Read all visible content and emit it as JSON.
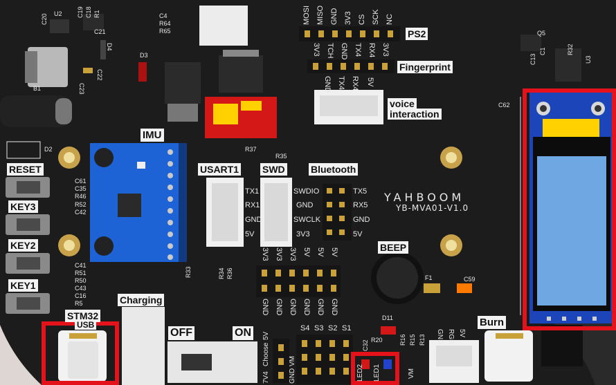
{
  "labels": {
    "imu": "IMU",
    "usart1": "USART1",
    "swd": "SWD",
    "bluetooth": "Bluetooth",
    "ps2": "PS2",
    "fingerprint": "Fingerprint",
    "voice_line1": "voice",
    "voice_line2": "interaction",
    "reset": "RESET",
    "key3": "KEY3",
    "key2": "KEY2",
    "key1": "KEY1",
    "charging": "Charging",
    "stm32": "STM32",
    "usb": "USB",
    "off": "OFF",
    "on": "ON",
    "beep": "BEEP",
    "burn": "Burn"
  },
  "brand": {
    "logo": "YAHBOOM",
    "model": "YB-MVA01-V1.0"
  },
  "silk": {
    "usart_pins": [
      "TX1",
      "RX1",
      "GND",
      "5V"
    ],
    "swd_pins": [
      "SWDIO",
      "GND",
      "SWCLK",
      "3V3"
    ],
    "bt_pins": [
      "TX5",
      "RX5",
      "GND",
      "5V"
    ],
    "ps2_pins": [
      "MOSI",
      "MISO",
      "GND",
      "3V3",
      "CS",
      "SCK",
      "NC"
    ],
    "fp_pins": [
      "3V3",
      "TCH",
      "GND",
      "TX4",
      "RX4",
      "3V3"
    ],
    "voice_pins": [
      "GND",
      "TX4",
      "RX4",
      "5V"
    ],
    "header_top": [
      "3V3",
      "3V3",
      "3V3",
      "5V",
      "5V",
      "5V"
    ],
    "header_bottom": [
      "GND",
      "GND",
      "GND",
      "GND",
      "GND",
      "GND"
    ],
    "switches": [
      "S4",
      "S3",
      "S2",
      "S1"
    ],
    "choose": "Choose",
    "v5": "5V",
    "v74": "7V4",
    "gnd_vm": "GND VM",
    "led2": "LED2",
    "led1": "LED1",
    "vm": "VM",
    "gnd_rgb_5v": [
      "GND",
      "RGB",
      "5V"
    ],
    "refs": [
      "C20",
      "U2",
      "C19",
      "C18",
      "R1",
      "R64",
      "R65",
      "C4",
      "C21",
      "D4",
      "C22",
      "C23",
      "B1",
      "D3",
      "C1",
      "R5",
      "D2",
      "C61",
      "C35",
      "R46",
      "R52",
      "C42",
      "C41",
      "R51",
      "R50",
      "C43",
      "C16",
      "R5",
      "R33",
      "R34",
      "R36",
      "R37",
      "R35",
      "D11",
      "F1",
      "C59",
      "C62",
      "R32",
      "C13",
      "U3",
      "Q5",
      "C32",
      "R20",
      "R16",
      "R15",
      "R13"
    ]
  },
  "colors": {
    "pcb": "#1c1c1c",
    "silk": "#e8e8e8",
    "imu_board": "#1e63d6",
    "highlight": "#e3121b",
    "oled_screen": "#6fa7e3",
    "header_gold": "#c8a13a"
  }
}
